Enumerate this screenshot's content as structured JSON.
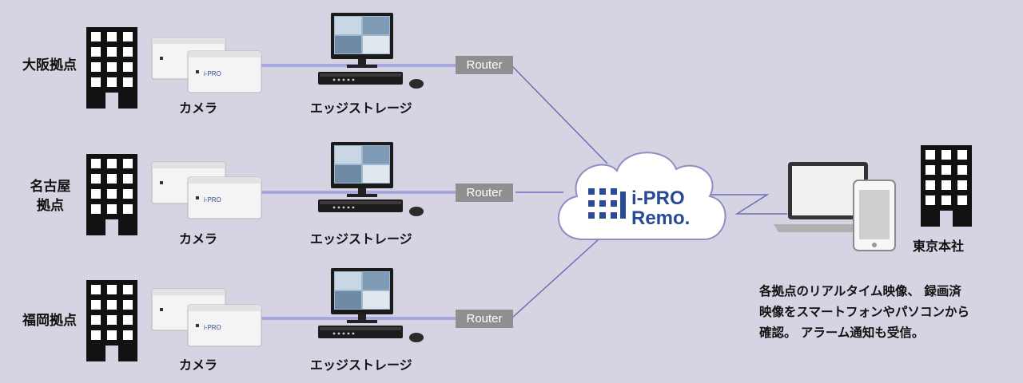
{
  "sites": [
    {
      "label": "大阪拠点",
      "camera_label": "カメラ",
      "storage_label": "エッジストレージ",
      "router_label": "Router"
    },
    {
      "label": "名古屋\n拠点",
      "camera_label": "カメラ",
      "storage_label": "エッジストレージ",
      "router_label": "Router"
    },
    {
      "label": "福岡拠点",
      "camera_label": "カメラ",
      "storage_label": "エッジストレージ",
      "router_label": "Router"
    }
  ],
  "camera_brand": "i-PRO",
  "cloud": {
    "line1": "i-PRO",
    "line2": "Remo."
  },
  "hq": {
    "label": "東京本社"
  },
  "description": "各拠点のリアルタイム映像、 録画済\n映像をスマートフォンやパソコンから\n確認。 アラーム通知も受信。",
  "colors": {
    "background": "#d6d3e2",
    "line": "#6a70b4",
    "brand": "#2a4a96",
    "router": "#8f8f8f"
  }
}
